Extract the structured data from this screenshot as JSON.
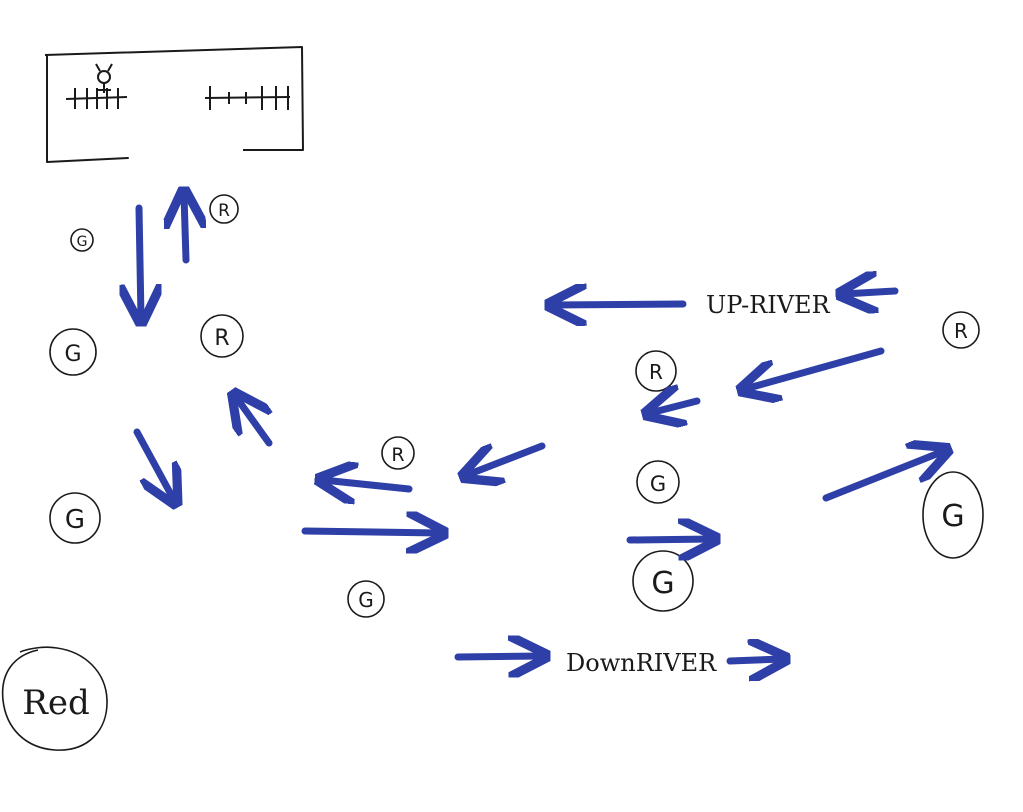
{
  "diagram": {
    "buoy_labels": {
      "red": "R",
      "green": "G"
    },
    "upriver_label": "UP-RIVER",
    "downriver_label": "DownRIVER",
    "legend_label": "Red",
    "colors": {
      "ink": "#1a1a1a",
      "arrow": "#2e3fa8",
      "paper": "#ffffff"
    },
    "icons": [
      "dock-box",
      "person-icon",
      "buoy-circle",
      "arrow"
    ]
  }
}
